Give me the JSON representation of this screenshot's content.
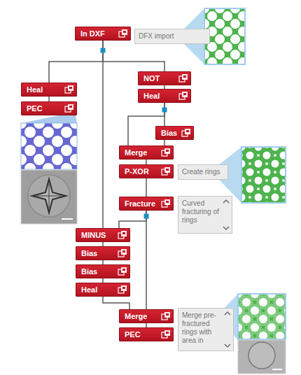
{
  "diagram": {
    "nodes": [
      {
        "text": [
          "In DXF"
        ]
      },
      {
        "text": [
          "DFX import"
        ]
      },
      {
        "text": [
          "NOT"
        ]
      },
      {
        "text": [
          "Heal"
        ]
      },
      {
        "text": [
          "Heal"
        ]
      },
      {
        "text": [
          "PEC"
        ]
      },
      {
        "text": [
          "Bias"
        ]
      },
      {
        "text": [
          "Merge"
        ]
      },
      {
        "text": [
          "P-XOR"
        ]
      },
      {
        "text": [
          "Create rings"
        ]
      },
      {
        "text": [
          "Fracture"
        ]
      },
      {
        "text": [
          "Curved fracturing of rings"
        ]
      },
      {
        "text": [
          "MINUS"
        ]
      },
      {
        "text": [
          "Bias"
        ]
      },
      {
        "text": [
          "Bias"
        ]
      },
      {
        "text": [
          "Heal"
        ]
      },
      {
        "text": [
          "Merge"
        ]
      },
      {
        "text": [
          "PEC"
        ]
      },
      {
        "text": [
          "Merge pre-fractured rings with area in"
        ]
      }
    ],
    "edges": [
      {
        "from": 0,
        "to": 3,
        "arrow": "none"
      },
      {
        "from": 0,
        "to": 2,
        "arrow": "none"
      },
      {
        "from": 0,
        "to": 12,
        "arrow": "none"
      },
      {
        "from": 3,
        "to": 5,
        "arrow": "none"
      },
      {
        "from": 2,
        "to": 4,
        "arrow": "none"
      },
      {
        "from": 4,
        "to": 6,
        "arrow": "none"
      },
      {
        "from": 4,
        "to": 7,
        "arrow": "none"
      },
      {
        "from": 6,
        "to": 7,
        "arrow": "none"
      },
      {
        "from": 7,
        "to": 8,
        "arrow": "none"
      },
      {
        "from": 8,
        "to": 10,
        "arrow": "none"
      },
      {
        "from": 10,
        "to": 12,
        "arrow": "none"
      },
      {
        "from": 10,
        "to": 16,
        "arrow": "none"
      },
      {
        "from": 12,
        "to": 13,
        "arrow": "none"
      },
      {
        "from": 13,
        "to": 14,
        "arrow": "none"
      },
      {
        "from": 14,
        "to": 15,
        "arrow": "none"
      },
      {
        "from": 15,
        "to": 16,
        "arrow": "none"
      },
      {
        "from": 16,
        "to": 17,
        "arrow": "none"
      }
    ]
  }
}
